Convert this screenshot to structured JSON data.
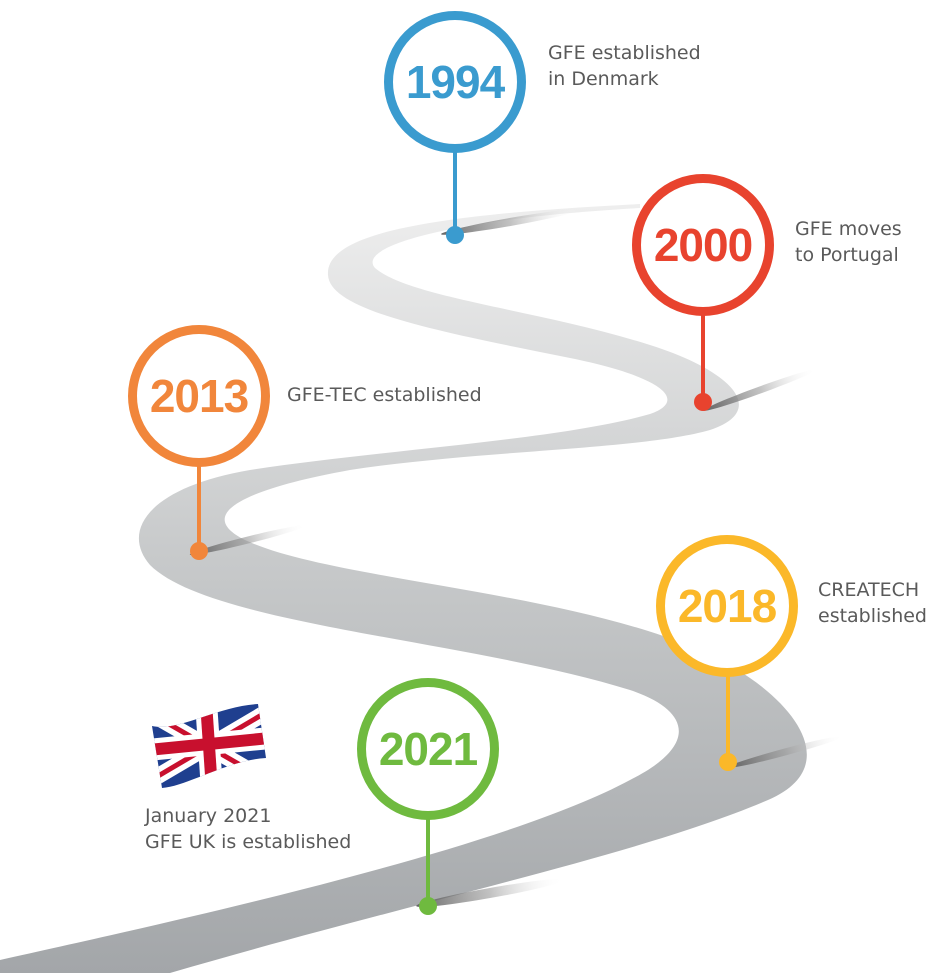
{
  "milestones": [
    {
      "year": "1994",
      "caption": [
        "GFE established",
        "in Denmark"
      ],
      "color": "#3a9bcf"
    },
    {
      "year": "2000",
      "caption": [
        "GFE moves",
        "to Portugal"
      ],
      "color": "#e8432e"
    },
    {
      "year": "2013",
      "caption": [
        "GFE-TEC established"
      ],
      "color": "#f1863b"
    },
    {
      "year": "2018",
      "caption": [
        "CREATECH",
        "established"
      ],
      "color": "#fbb829"
    },
    {
      "year": "2021",
      "caption": [],
      "color": "#6fba3f"
    }
  ],
  "uk_note": [
    "January 2021",
    "GFE UK is established"
  ],
  "flag_icon": "uk-flag-icon",
  "colors": {
    "road_light": "#eeeeee",
    "road_dark": "#a5a8ab",
    "caption_text": "#5a5a5a"
  }
}
